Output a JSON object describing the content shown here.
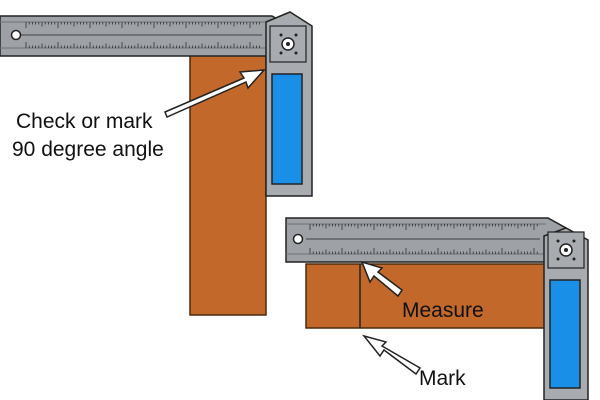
{
  "labels": {
    "angle_line1": "Check or mark",
    "angle_line2": "90 degree angle",
    "measure": "Measure",
    "mark": "Mark"
  },
  "colors": {
    "wood": "#c1682a",
    "wood_outline": "#4a2a10",
    "steel": "#9ea2a6",
    "steel_dark": "#6e7277",
    "handle": "#a8acb0",
    "handle_window": "#1a8fe8",
    "outline": "#222222",
    "arrow_fill": "#ffffff"
  },
  "icons": {
    "level_vial": "blue-level-window",
    "screw": "handle-screw",
    "hang_hole": "blade-hang-hole"
  }
}
